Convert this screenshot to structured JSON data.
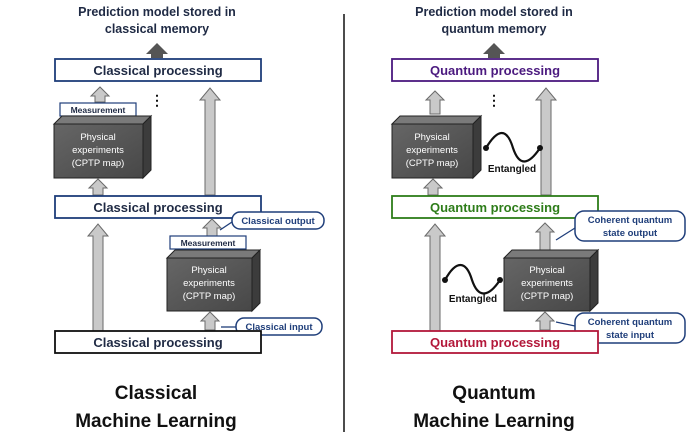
{
  "colors": {
    "navy": "#1f3e7a",
    "dark_text": "#1f2a44",
    "purple": "#4b1a7f",
    "green": "#2e7d1a",
    "crimson": "#b3183a",
    "experiment_face": "#5a5a5a",
    "experiment_side": "#3c3c3c",
    "arrow_fill": "#c9c9c9",
    "arrow_stroke": "#6a6a6a"
  },
  "classical": {
    "header": [
      "Prediction model stored in",
      "classical memory"
    ],
    "top_box": "Classical processing",
    "middle_box": "Classical processing",
    "bottom_box": "Classical processing",
    "measurement_label": "Measurement",
    "experiment_label": [
      "Physical",
      "experiments",
      "(CPTP map)"
    ],
    "output_callout": "Classical output",
    "input_callout": "Classical input",
    "footer": [
      "Classical",
      "Machine Learning"
    ],
    "ellipsis": "⋮"
  },
  "quantum": {
    "header": [
      "Prediction model stored in",
      "quantum memory"
    ],
    "top_box": "Quantum processing",
    "middle_box": "Quantum processing",
    "bottom_box": "Quantum processing",
    "experiment_label": [
      "Physical",
      "experiments",
      "(CPTP map)"
    ],
    "entangled_label": "Entangled",
    "output_callout": [
      "Coherent quantum",
      "state output"
    ],
    "input_callout": [
      "Coherent quantum",
      "state input"
    ],
    "footer": [
      "Quantum",
      "Machine Learning"
    ],
    "ellipsis": "⋮"
  }
}
